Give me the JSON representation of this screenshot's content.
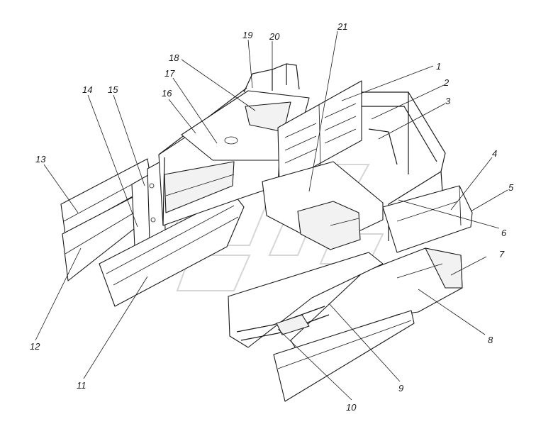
{
  "callouts": [
    {
      "label": "1"
    },
    {
      "label": "2"
    },
    {
      "label": "3"
    },
    {
      "label": "4"
    },
    {
      "label": "5"
    },
    {
      "label": "6"
    },
    {
      "label": "7"
    },
    {
      "label": "8"
    },
    {
      "label": "9"
    },
    {
      "label": "10"
    },
    {
      "label": "11"
    },
    {
      "label": "12"
    },
    {
      "label": "13"
    },
    {
      "label": "14"
    },
    {
      "label": "15"
    },
    {
      "label": "16"
    },
    {
      "label": "17"
    },
    {
      "label": "18"
    },
    {
      "label": "19"
    },
    {
      "label": "20"
    },
    {
      "label": "21"
    }
  ],
  "colors": {
    "line": "#1a1a1a",
    "watermark": "#d6d6d6",
    "background": "#ffffff"
  }
}
